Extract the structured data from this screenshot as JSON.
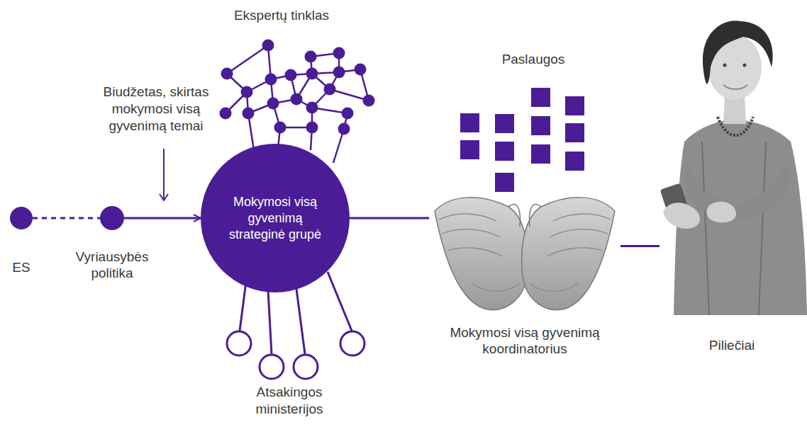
{
  "diagram": {
    "nodes": [
      {
        "text": [
          "ES"
        ]
      },
      {
        "text": [
          "Vyriausybės politika"
        ]
      },
      {
        "text": [
          "Mokymosi visą gyvenimą strateginė grupė"
        ]
      },
      {
        "text": [
          "Mokymosi visą gyvenimą koordinatorius"
        ]
      },
      {
        "text": [
          "Piliečiai"
        ]
      }
    ],
    "edges": [
      {
        "from": 0,
        "to": 1,
        "arrow": "none"
      },
      {
        "from": 1,
        "to": 2,
        "arrow": "to"
      },
      {
        "from": 2,
        "to": 3,
        "arrow": "none"
      },
      {
        "from": 3,
        "to": 4,
        "arrow": "none"
      }
    ],
    "labels": [
      "Ekspertų tinklas",
      "Biudžetas, skirtas mokymosi visą gyvenimą temai",
      "Paslaugos",
      "Atsakingos ministerijos"
    ]
  }
}
